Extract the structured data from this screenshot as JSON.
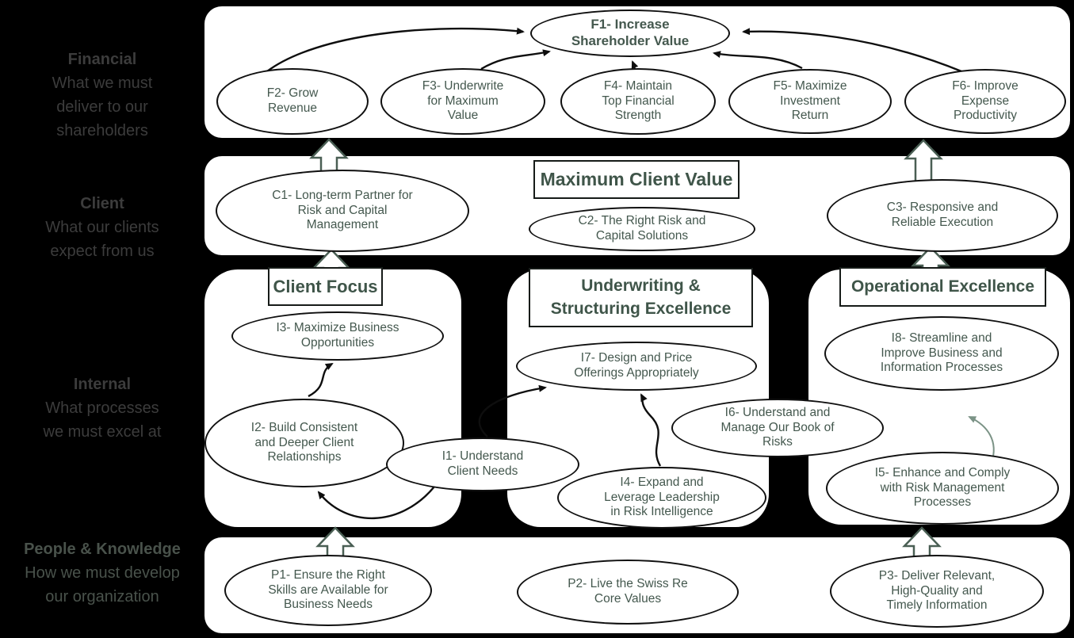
{
  "colors": {
    "background": "#000000",
    "band_fill": "#ffffff",
    "node_border": "#101010",
    "node_text": "#44584e",
    "connector_black": "#0e0e0e",
    "connector_soft_green": "#7b9386",
    "block_arrow_outline": "#4a5f54",
    "block_arrow_fill": "#ffffff",
    "perspective_label_gray": "#3c3c3c",
    "people_label_green_gray": "#49524b"
  },
  "perspectives": [
    {
      "title": "Financial",
      "desc": "What we must\ndeliver to our\nshareholders"
    },
    {
      "title": "Client",
      "desc": "What our clients\nexpect from us"
    },
    {
      "title": "Internal",
      "desc": "What processes\nwe must excel at"
    },
    {
      "title": "People & Knowledge",
      "desc": "How we must develop\nour organization"
    }
  ],
  "group_titles": {
    "maximum_client_value": "Maximum Client Value",
    "client_focus": "Client Focus",
    "underwriting": "Underwriting &\nStructuring Excellence",
    "operational": "Operational Excellence"
  },
  "nodes": {
    "f1": {
      "label": "F1- Increase\nShareholder Value"
    },
    "f2": {
      "label": "F2- Grow\nRevenue"
    },
    "f3": {
      "label": "F3- Underwrite\nfor Maximum\nValue"
    },
    "f4": {
      "label": "F4- Maintain\nTop Financial\nStrength"
    },
    "f5": {
      "label": "F5- Maximize\nInvestment\nReturn"
    },
    "f6": {
      "label": "F6- Improve\nExpense\nProductivity"
    },
    "c1": {
      "label": "C1- Long-term Partner for\nRisk and Capital\nManagement"
    },
    "c2": {
      "label": "C2- The Right Risk and\nCapital Solutions"
    },
    "c3": {
      "label": "C3- Responsive and\nReliable Execution"
    },
    "i3": {
      "label": "I3- Maximize Business\nOpportunities"
    },
    "i2": {
      "label": "I2- Build Consistent\nand Deeper Client\nRelationships"
    },
    "i1": {
      "label": "I1- Understand\nClient Needs"
    },
    "i7": {
      "label": "I7- Design and Price\nOfferings Appropriately"
    },
    "i4": {
      "label": "I4- Expand and\nLeverage Leadership\nin Risk Intelligence"
    },
    "i6": {
      "label": "I6- Understand and\nManage Our Book of\nRisks"
    },
    "i8": {
      "label": "I8- Streamline and\nImprove Business and\nInformation Processes"
    },
    "i5": {
      "label": "I5- Enhance and Comply\nwith Risk Management\nProcesses"
    },
    "p1": {
      "label": "P1- Ensure the Right\nSkills are Available for\nBusiness Needs"
    },
    "p2": {
      "label": "P2- Live the Swiss Re\nCore Values"
    },
    "p3": {
      "label": "P3- Deliver Relevant,\nHigh-Quality and\nTimely Information"
    }
  }
}
